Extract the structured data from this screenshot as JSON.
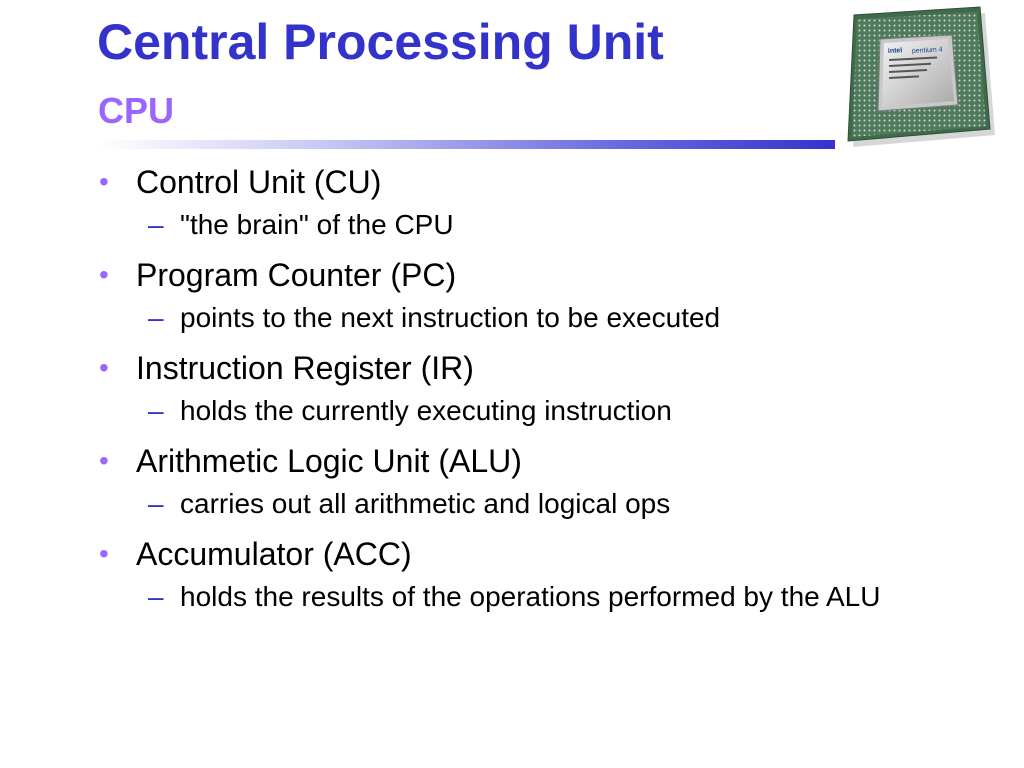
{
  "slide": {
    "title": "Central Processing Unit",
    "subtitle": "CPU",
    "image": {
      "description_icon": "intel-pentium-4-chip-icon",
      "chip_text": [
        "intel",
        "pentium 4"
      ]
    },
    "bullets": [
      {
        "label": "Control Unit (CU)",
        "detail": "\"the brain\" of the CPU"
      },
      {
        "label": "Program Counter (PC)",
        "detail": "points to the next instruction to be executed"
      },
      {
        "label": "Instruction Register (IR)",
        "detail": "holds the currently executing instruction"
      },
      {
        "label": "Arithmetic Logic Unit (ALU)",
        "detail": "carries out all arithmetic and logical ops"
      },
      {
        "label": "Accumulator (ACC)",
        "detail": "holds the results of the operations performed by the ALU"
      }
    ],
    "colors": {
      "title": "#3333cc",
      "subtitle": "#9966ff",
      "bullet": "#9966ff",
      "dash": "#3333cc"
    }
  }
}
